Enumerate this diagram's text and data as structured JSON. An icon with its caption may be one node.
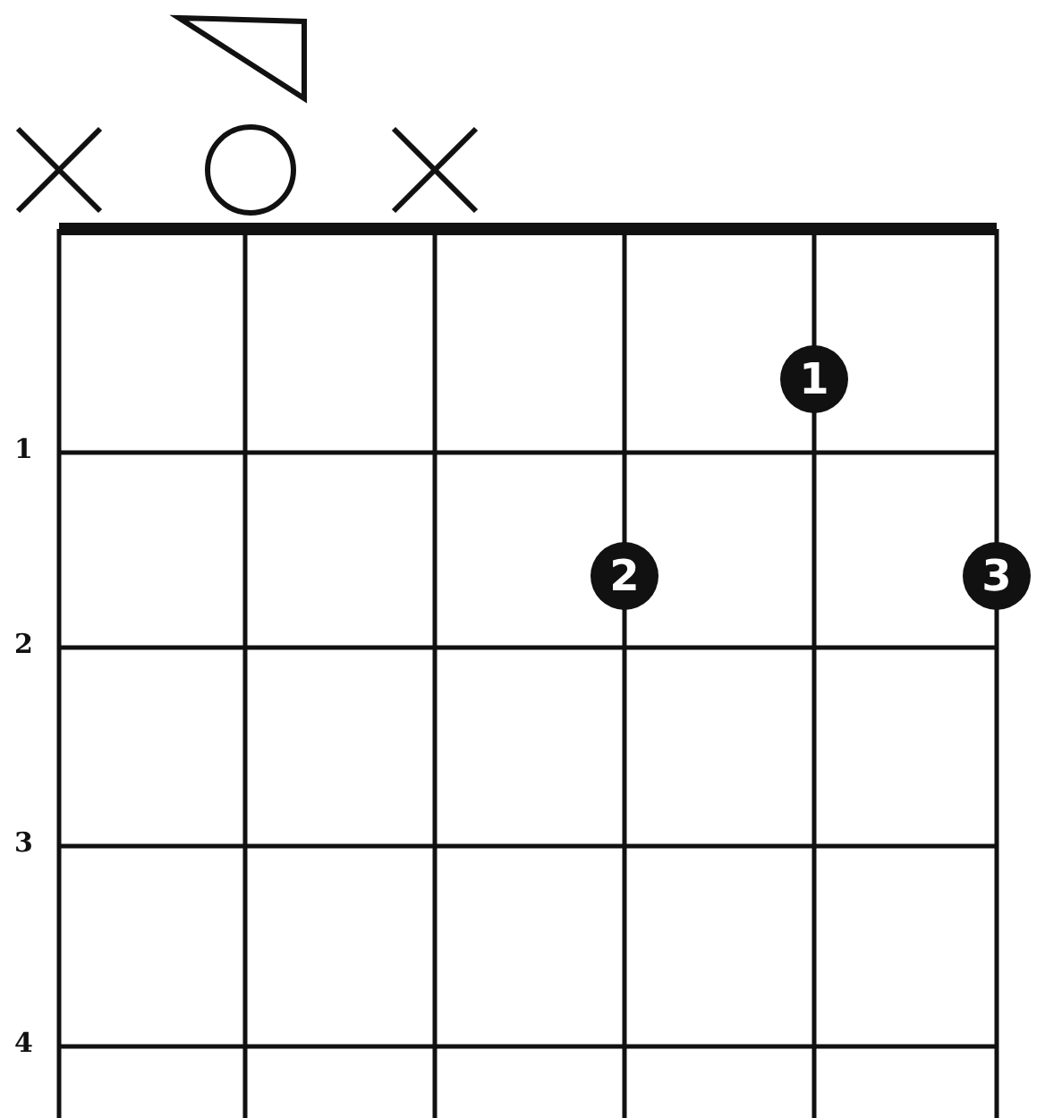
{
  "diagram": {
    "nodes": [
      {
        "text": [
          "1"
        ]
      },
      {
        "text": [
          "2"
        ]
      },
      {
        "text": [
          "3"
        ]
      }
    ],
    "labels": [
      "1",
      "2",
      "3",
      "4"
    ]
  }
}
